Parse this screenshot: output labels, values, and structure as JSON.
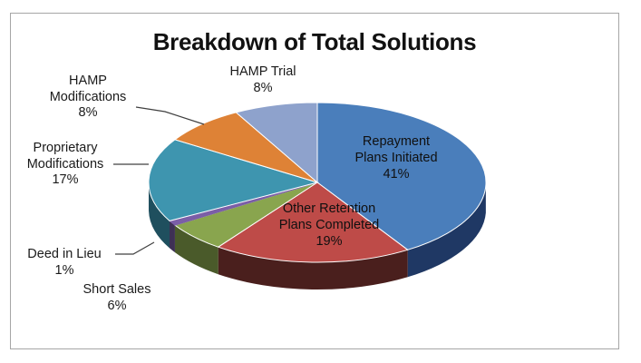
{
  "chart_data": {
    "type": "pie",
    "title": "Breakdown of Total Solutions",
    "xlabel": "",
    "ylabel": "",
    "legend": "none",
    "grid": false,
    "three_d": true,
    "categories": [
      "Repayment Plans Initiated",
      "Other Retention Plans Completed",
      "Short Sales",
      "Deed in Lieu",
      "Proprietary Modifications",
      "HAMP Modifications",
      "HAMP Trial"
    ],
    "values": [
      41,
      19,
      6,
      1,
      17,
      8,
      8
    ],
    "value_labels": [
      "41%",
      "19%",
      "6%",
      "1%",
      "17%",
      "8%",
      "8%"
    ],
    "units": "percent",
    "colors": [
      "#4A7EBB",
      "#BE4B48",
      "#89A54E",
      "#7B5EA7",
      "#3E95AF",
      "#DE8236",
      "#8EA2CC"
    ],
    "side_colors": [
      "#1F3864",
      "#4A1F1D",
      "#4A5A2A",
      "#3E3055",
      "#1F4F5E",
      "#8C4E18",
      "#4F5E86"
    ],
    "slices": [
      {
        "label": "Repayment Plans Initiated",
        "value": 41,
        "value_label": "41%",
        "color": "#4A7EBB",
        "label_placement": "inside"
      },
      {
        "label": "Other Retention Plans Completed",
        "value": 19,
        "value_label": "19%",
        "color": "#BE4B48",
        "label_placement": "inside"
      },
      {
        "label": "Short Sales",
        "value": 6,
        "value_label": "6%",
        "color": "#89A54E",
        "label_placement": "outside"
      },
      {
        "label": "Deed in Lieu",
        "value": 1,
        "value_label": "1%",
        "color": "#7B5EA7",
        "label_placement": "outside-leader"
      },
      {
        "label": "Proprietary Modifications",
        "value": 17,
        "value_label": "17%",
        "color": "#3E95AF",
        "label_placement": "outside-leader"
      },
      {
        "label": "HAMP Modifications",
        "value": 8,
        "value_label": "8%",
        "color": "#DE8236",
        "label_placement": "outside-leader"
      },
      {
        "label": "HAMP Trial",
        "value": 8,
        "value_label": "8%",
        "color": "#8EA2CC",
        "label_placement": "outside"
      }
    ]
  },
  "chart": {
    "title": "Breakdown of Total Solutions",
    "labels": {
      "hamp_trial": {
        "name": "HAMP Trial",
        "pct": "8%"
      },
      "hamp_modifications": {
        "name_line1": "HAMP",
        "name_line2": "Modifications",
        "pct": "8%"
      },
      "proprietary_modifications": {
        "name_line1": "Proprietary",
        "name_line2": "Modifications",
        "pct": "17%"
      },
      "deed_in_lieu": {
        "name": "Deed in Lieu",
        "pct": "1%"
      },
      "short_sales": {
        "name": "Short Sales",
        "pct": "6%"
      },
      "repayment_plans": {
        "name_line1": "Repayment",
        "name_line2": "Plans Initiated",
        "pct": "41%"
      },
      "other_retention": {
        "name_line1": "Other Retention",
        "name_line2": "Plans Completed",
        "pct": "19%"
      }
    }
  }
}
